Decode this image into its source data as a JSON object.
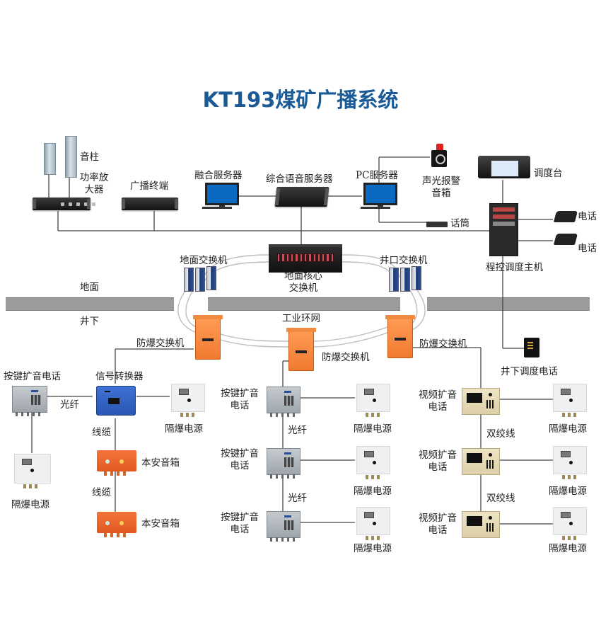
{
  "title": "KT193煤矿广播系统",
  "zones": {
    "surface": "地面",
    "underground": "井下"
  },
  "surface_devices": {
    "column_speaker": "音柱",
    "power_amplifier": "功率放大器",
    "broadcast_terminal": "广播终端",
    "fusion_server": "融合服务器",
    "integrated_voice_server": "综合语音服务器",
    "pc_server": "PC服务器",
    "alarm_speaker": "声光报警音箱",
    "microphone": "话筒",
    "dispatch_console": "调度台",
    "telephone_1": "电话",
    "telephone_2": "电话",
    "program_dispatch_host": "程控调度主机",
    "surface_switch": "地面交换机",
    "core_switch": "地面核心交换机",
    "shaft_switch": "井口交换机",
    "industrial_ring": "工业环网"
  },
  "underground_devices": {
    "underground_dispatch_phone": "井下调度电话",
    "left_branch": {
      "explosion_proof_switch": "防爆交换机",
      "keypad_phone": "按键扩音电话",
      "signal_converter": "信号转换器",
      "link_fiber": "光纤",
      "power_supply_a": "隔爆电源",
      "power_supply_b": "隔爆电源",
      "cable_1": "线缆",
      "cable_2": "线缆",
      "speaker_1": "本安音箱",
      "speaker_2": "本安音箱"
    },
    "middle_branch": {
      "explosion_proof_switch": "防爆交换机",
      "phones": [
        "按键扩音电话",
        "按键扩音电话",
        "按键扩音电话"
      ],
      "power_supplies": [
        "隔爆电源",
        "隔爆电源",
        "隔爆电源"
      ],
      "links": [
        "光纤",
        "光纤"
      ]
    },
    "right_branch": {
      "explosion_proof_switch": "防爆交换机",
      "phones": [
        "视频扩音电话",
        "视频扩音电话",
        "视频扩音电话"
      ],
      "power_supplies": [
        "隔爆电源",
        "隔爆电源",
        "隔爆电源"
      ],
      "links": [
        "双绞线",
        "双绞线"
      ]
    }
  }
}
